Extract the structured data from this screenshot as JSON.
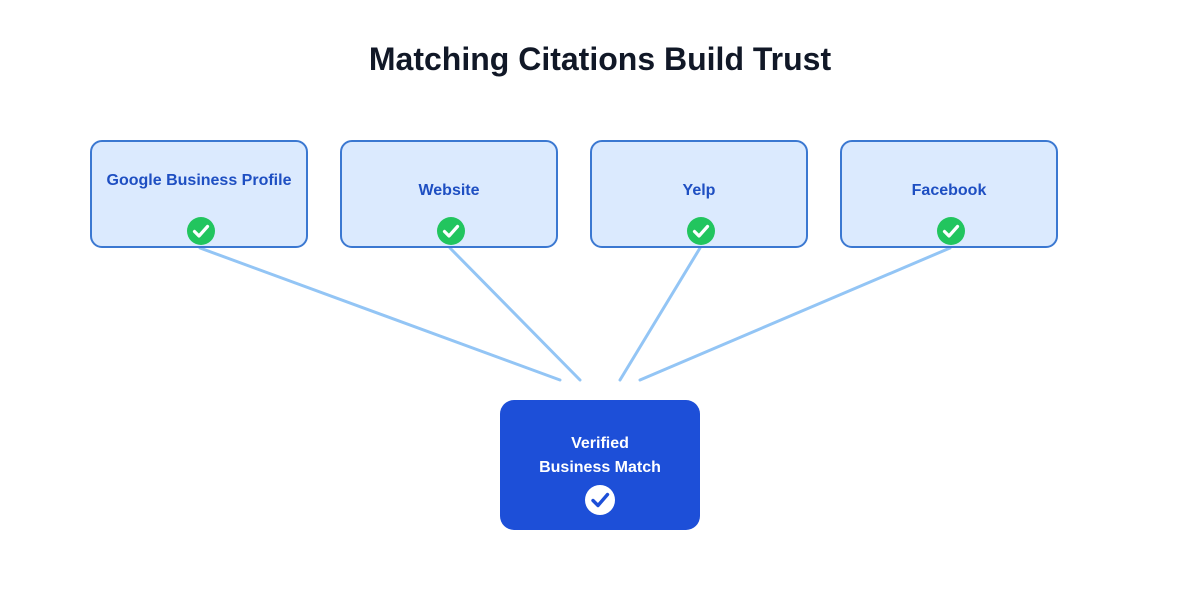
{
  "title": "Matching Citations Build Trust",
  "sources": [
    {
      "label": "Google Business Profile",
      "status": "verified"
    },
    {
      "label": "Website",
      "status": "verified"
    },
    {
      "label": "Yelp",
      "status": "verified"
    },
    {
      "label": "Facebook",
      "status": "verified"
    }
  ],
  "target": {
    "label": "Verified\nBusiness Match",
    "status": "verified"
  },
  "colors": {
    "source_fill": "#dbeafe",
    "source_border": "#3b78d1",
    "source_text": "#1e4fc2",
    "check_green": "#22c55e",
    "connector": "#93c5f5",
    "target_fill": "#1d4fd8",
    "title_text": "#111827"
  },
  "icons": {
    "source_check": "check-circle-icon",
    "target_check": "check-circle-icon"
  }
}
